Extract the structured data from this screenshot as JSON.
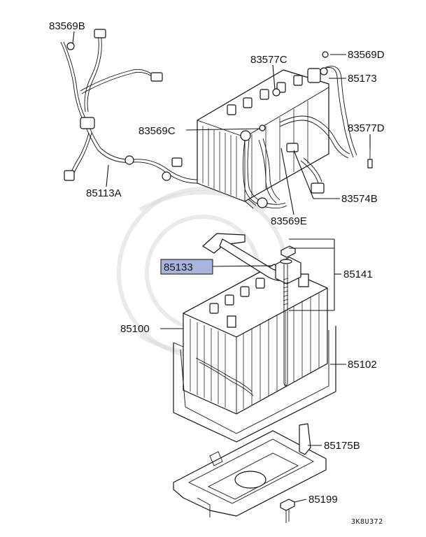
{
  "labels": {
    "p83569B": "83569B",
    "p83577C": "83577C",
    "p83569D": "83569D",
    "p85173": "85173",
    "p83569C": "83569C",
    "p83577D": "83577D",
    "p85113A": "85113A",
    "p83574B": "83574B",
    "p83569E": "83569E",
    "p85133": "85133",
    "p85141": "85141",
    "p85100": "85100",
    "p85102": "85102",
    "p85175B": "85175B",
    "p85199": "85199"
  },
  "highlight": {
    "part": "85133",
    "color": "#a9b4dd"
  },
  "diagram_code": "3K8U372"
}
